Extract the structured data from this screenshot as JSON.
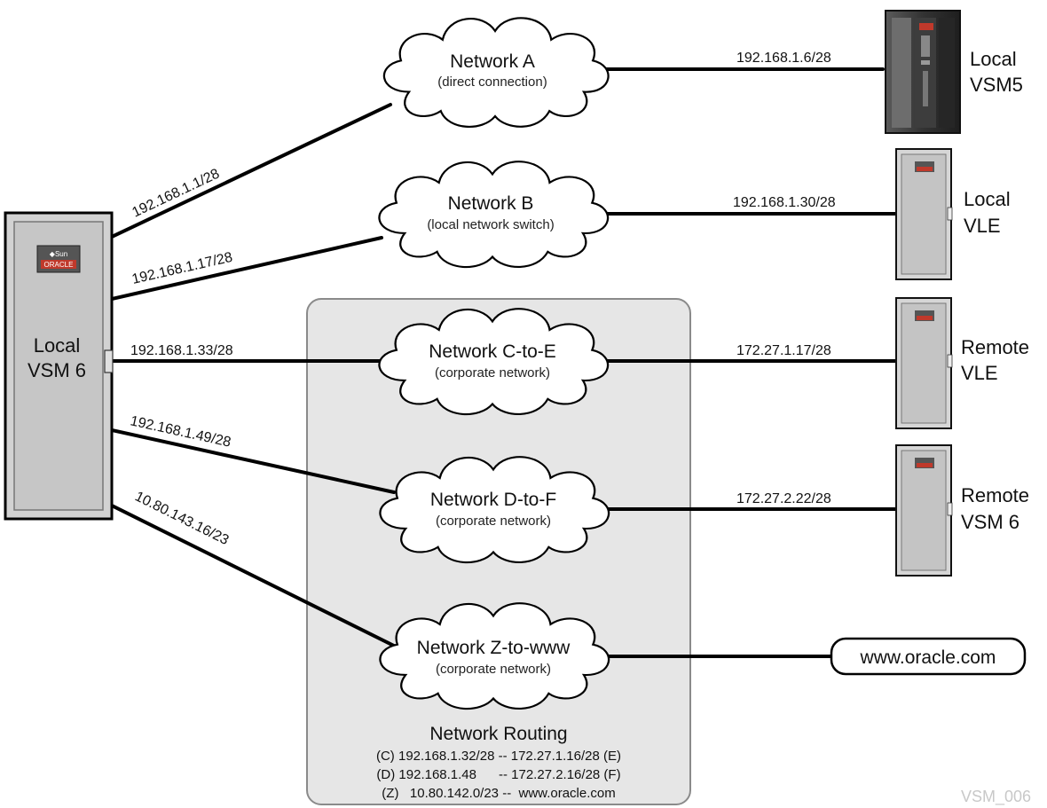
{
  "routing": {
    "title": "Network Routing",
    "rows": [
      "(C) 192.168.1.32/28 -- 172.27.1.16/28 (E)",
      "(D) 192.168.1.48      -- 172.27.2.16/28 (F)",
      "(Z)   10.80.142.0/23 --  www.oracle.com"
    ]
  },
  "networks": {
    "a": {
      "title": "Network A",
      "sub": "(direct connection)"
    },
    "b": {
      "title": "Network B",
      "sub": "(local network switch)"
    },
    "c": {
      "title": "Network C-to-E",
      "sub": "(corporate network)"
    },
    "d": {
      "title": "Network D-to-F",
      "sub": "(corporate network)"
    },
    "z": {
      "title": "Network Z-to-www",
      "sub": "(corporate network)"
    }
  },
  "left_links": {
    "a": "192.168.1.1/28",
    "b": "192.168.1.17/28",
    "c": "192.168.1.33/28",
    "d": "192.168.1.49/28",
    "z": "10.80.143.16/23"
  },
  "right_links": {
    "a": "192.168.1.6/28",
    "b": "192.168.1.30/28",
    "c": "172.27.1.17/28",
    "d": "172.27.2.22/28"
  },
  "devices": {
    "local_vsm6": {
      "line1": "Local",
      "line2": "VSM 6",
      "badge_top": "◆Sun",
      "badge_bottom": "ORACLE"
    },
    "local_vsm5": {
      "line1": "Local",
      "line2": "VSM5"
    },
    "local_vle": {
      "line1": "Local",
      "line2": "VLE"
    },
    "remote_vle": {
      "line1": "Remote",
      "line2": "VLE"
    },
    "remote_vsm6": {
      "line1": "Remote",
      "line2": "VSM 6"
    }
  },
  "url_box": {
    "label": "www.oracle.com"
  },
  "watermark": "VSM_006",
  "colors": {
    "routing_fill": "#e6e6e6",
    "routing_stroke": "#8a8a8a",
    "cloud_fill": "#ffffff",
    "cabinet_fill": "#c9c9c9",
    "brand_red": "#c0392b",
    "line": "#000000"
  }
}
